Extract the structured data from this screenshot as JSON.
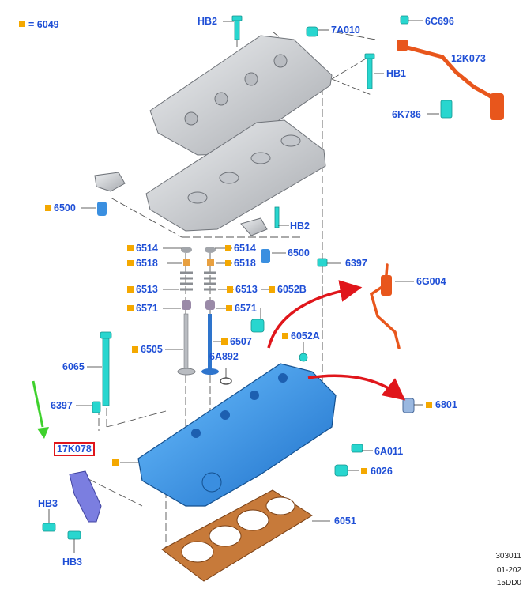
{
  "legend": {
    "symbol_value": "6049",
    "prefix": "="
  },
  "colors": {
    "label": "#1f4fd6",
    "square": "#f4a800",
    "arrow": "#e0161b",
    "green_arrow": "#3ed12c",
    "head": "#2e8fe0",
    "silver": "#c9cbcf",
    "orange": "#e8561c",
    "gasket": "#c77a3a",
    "cyan": "#28d6cf"
  },
  "labels": {
    "hb2_top": "HB2",
    "p7a010": "7A010",
    "p6c696": "6C696",
    "p12k073": "12K073",
    "hb1": "HB1",
    "p6k786": "6K786",
    "p6500_left": "6500",
    "hb2_mid": "HB2",
    "p6514_left": "6514",
    "p6514_right": "6514",
    "p6500_right": "6500",
    "p6518_left": "6518",
    "p6518_right": "6518",
    "p6397_right": "6397",
    "p6g004": "6G004",
    "p6513_left": "6513",
    "p6513_right": "6513",
    "p6052b": "6052B",
    "p6571_left": "6571",
    "p6571_right": "6571",
    "p6505": "6505",
    "p6507": "6507",
    "p6052a": "6052A",
    "p6a892": "6A892",
    "p6065": "6065",
    "p6397_left": "6397",
    "p6801": "6801",
    "p17k078": "17K078",
    "p6a011": "6A011",
    "p6026": "6026",
    "hb3_top": "HB3",
    "p6051": "6051",
    "hb3_bottom": "HB3"
  },
  "footer": {
    "line1": "303011",
    "line2": "01-202",
    "line3": "15DD0"
  }
}
